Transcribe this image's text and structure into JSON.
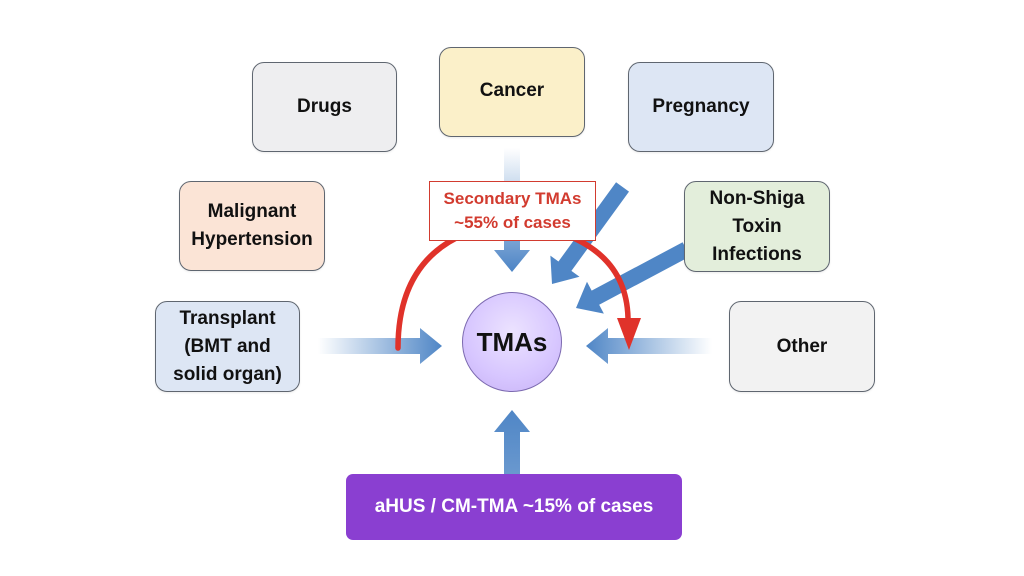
{
  "colors": {
    "arrow_blue": "#4f86c6",
    "secondary_red": "#d23b2f",
    "ahus_purple": "#8a3fd1",
    "tma_circle": "#d7c6ff"
  },
  "causes": {
    "drugs": {
      "label": "Drugs",
      "fill": "#eeeef0"
    },
    "cancer": {
      "label": "Cancer",
      "fill": "#fbf0c9"
    },
    "pregnancy": {
      "label": "Pregnancy",
      "fill": "#dde6f4"
    },
    "malignant_hypertension": {
      "label": "Malignant\nHypertension",
      "fill": "#fbe4d6"
    },
    "non_shiga": {
      "label": "Non-Shiga\nToxin\nInfections",
      "fill": "#e3eedb"
    },
    "transplant": {
      "label": "Transplant\n(BMT and\nsolid organ)",
      "fill": "#dde6f4"
    },
    "other": {
      "label": "Other",
      "fill": "#f2f2f2"
    }
  },
  "center": {
    "label": "TMAs"
  },
  "secondary": {
    "line1": "Secondary TMAs",
    "line2": "~55% of cases"
  },
  "ahus": {
    "label": "aHUS / CM-TMA ~15% of cases"
  }
}
